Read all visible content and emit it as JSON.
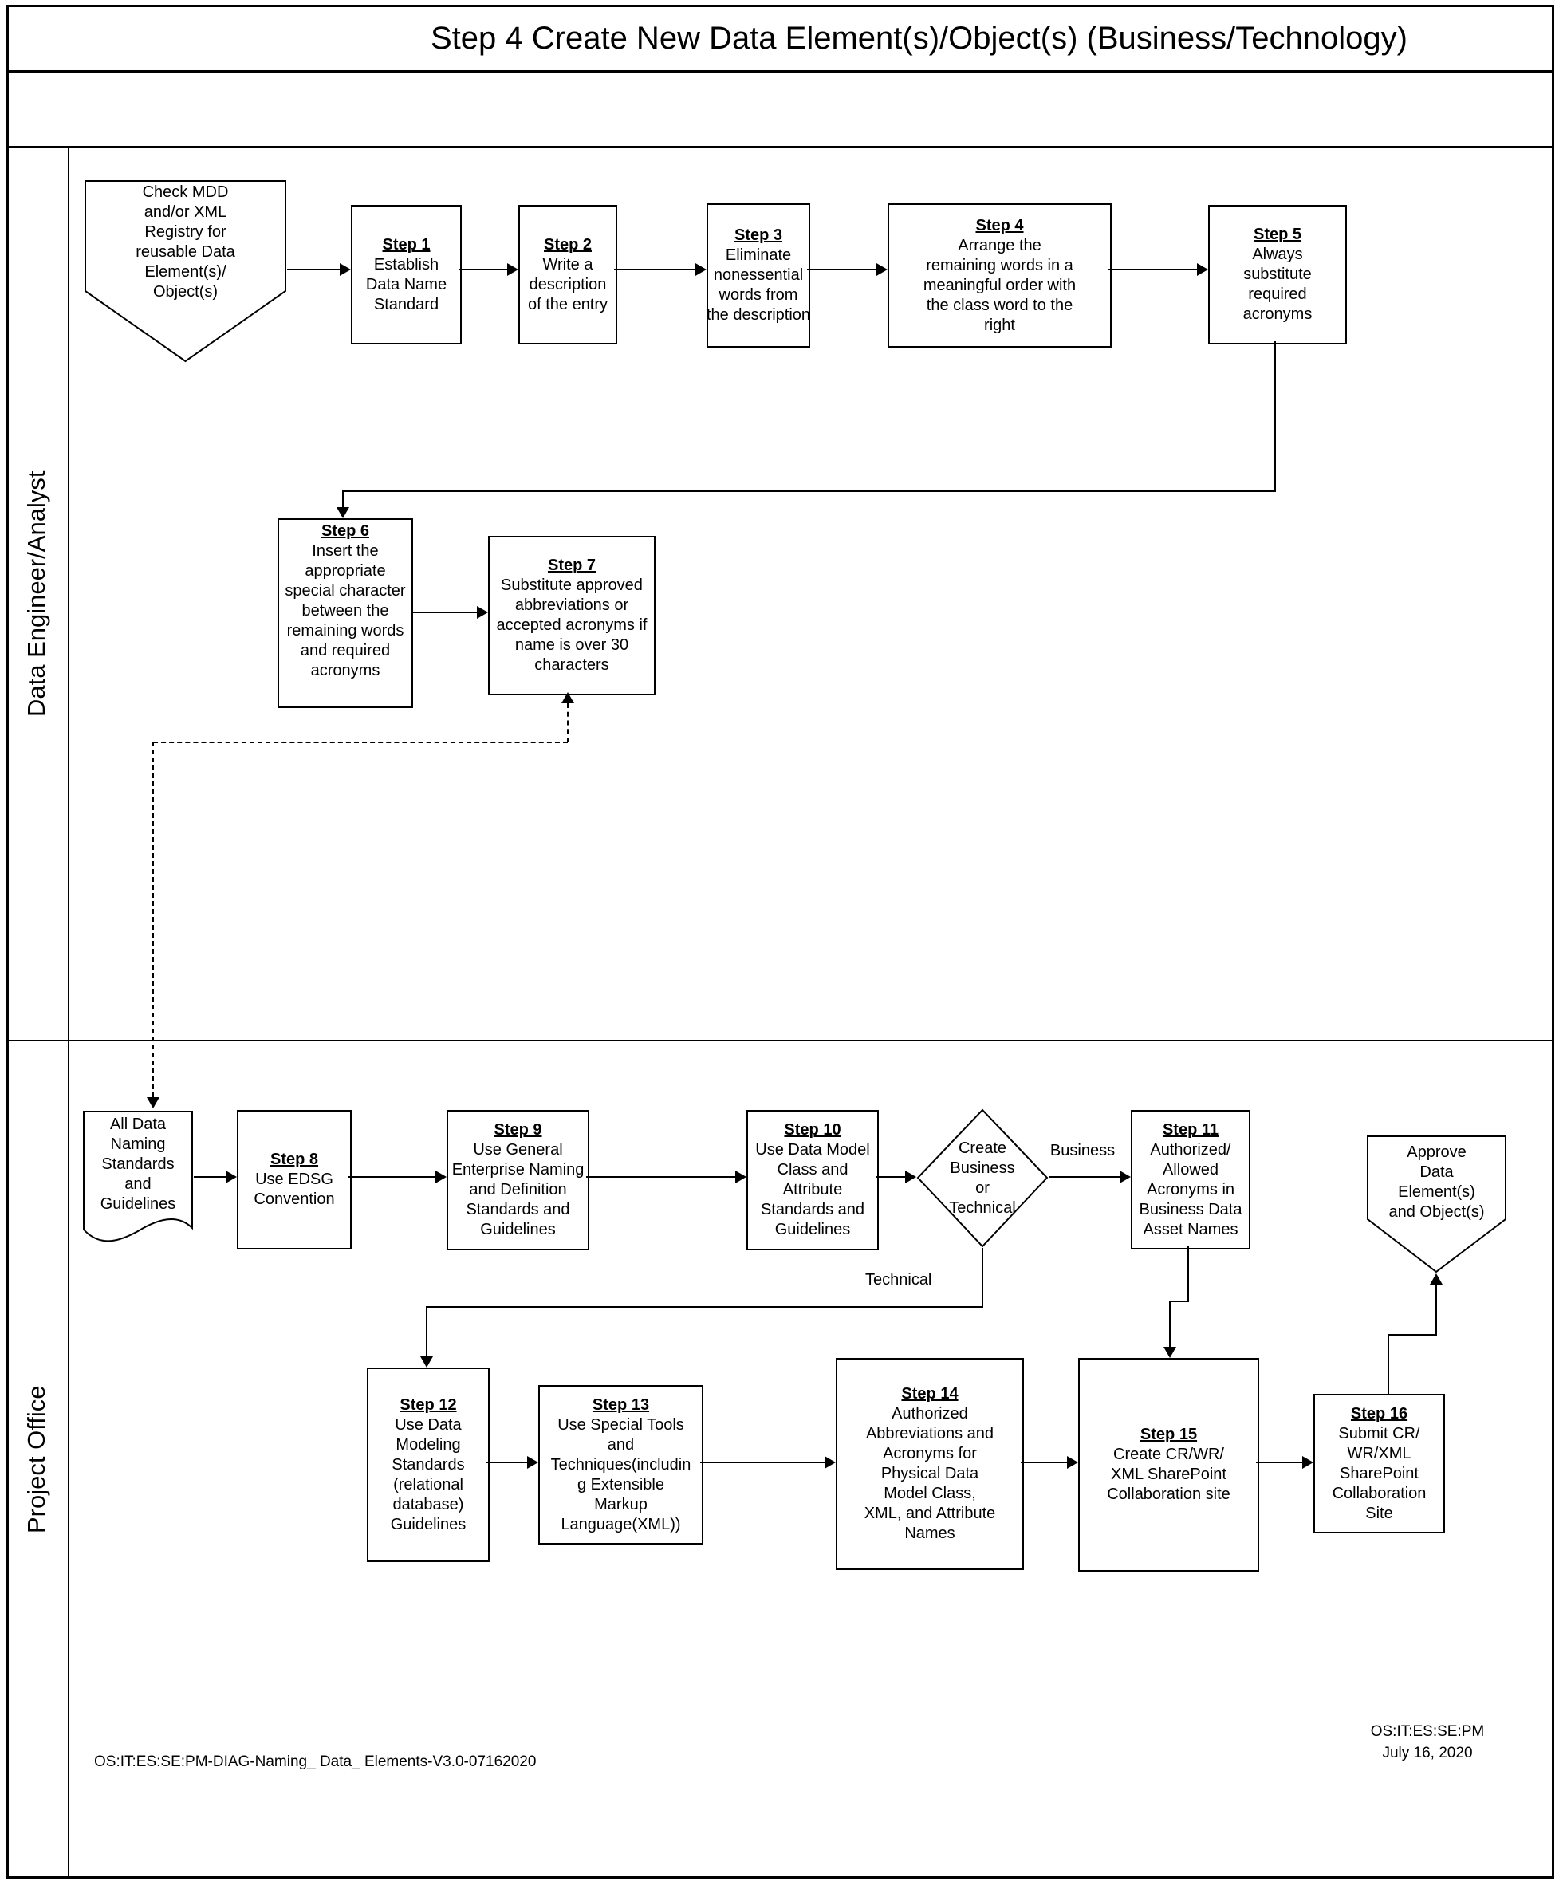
{
  "title": "Step 4 Create New Data Element(s)/Object(s) (Business/Technology)",
  "lanes": {
    "engineer": "Data Engineer/Analyst",
    "office": "Project Office"
  },
  "nodes": {
    "check_mdd": {
      "text": "Check MDD\nand/or XML\nRegistry for\nreusable Data\nElement(s)/\nObject(s)"
    },
    "step1": {
      "title": "Step 1",
      "body": "Establish\nData Name\nStandard"
    },
    "step2": {
      "title": "Step 2",
      "body": "Write a\ndescription\nof the entry"
    },
    "step3": {
      "title": "Step 3",
      "body": "Eliminate\nnonessential\nwords from\nthe description"
    },
    "step4": {
      "title": "Step 4",
      "body": "Arrange the\nremaining words in a\nmeaningful order with\nthe class word to the\nright"
    },
    "step5": {
      "title": "Step 5",
      "body": "Always\nsubstitute\nrequired\nacronyms"
    },
    "step6": {
      "title": "Step 6",
      "body": "Insert the\nappropriate\nspecial character\nbetween the\nremaining words\nand required\nacronyms"
    },
    "step7": {
      "title": "Step 7",
      "body": "Substitute approved\nabbreviations or\naccepted acronyms if\nname is over 30\ncharacters"
    },
    "all_data": {
      "text": "All Data\nNaming\nStandards\nand\nGuidelines"
    },
    "step8": {
      "title": "Step 8",
      "body": "Use EDSG\nConvention"
    },
    "step9": {
      "title": "Step 9",
      "body": "Use General\nEnterprise Naming\nand Definition\nStandards and\nGuidelines"
    },
    "step10": {
      "title": "Step 10",
      "body": "Use Data Model\nClass and\nAttribute\nStandards and\nGuidelines"
    },
    "decision": {
      "text": "Create\nBusiness\nor\nTechnical"
    },
    "step11": {
      "title": "Step 11",
      "body": "Authorized/\nAllowed\nAcronyms in\nBusiness Data\nAsset Names"
    },
    "approve": {
      "text": "Approve\nData\nElement(s)\nand Object(s)"
    },
    "step12": {
      "title": "Step 12",
      "body": "Use Data\nModeling\nStandards\n(relational\ndatabase)\nGuidelines"
    },
    "step13": {
      "title": "Step 13",
      "body": "Use Special Tools\nand\nTechniques(includin\ng Extensible\nMarkup\nLanguage(XML))"
    },
    "step14": {
      "title": "Step 14",
      "body": "Authorized\nAbbreviations and\nAcronyms for\nPhysical Data\nModel Class,\nXML, and Attribute\nNames"
    },
    "step15": {
      "title": "Step 15",
      "body": "Create CR/WR/\nXML SharePoint\nCollaboration site"
    },
    "step16": {
      "title": "Step 16",
      "body": "Submit CR/\nWR/XML\nSharePoint\nCollaboration\nSite"
    }
  },
  "labels": {
    "business": "Business",
    "technical": "Technical"
  },
  "footer": {
    "left": "OS:IT:ES:SE:PM-DIAG-Naming_ Data_ Elements-V3.0-07162020",
    "right1": "OS:IT:ES:SE:PM",
    "right2": "July 16, 2020"
  },
  "colors": {
    "line": "#000000",
    "background": "#ffffff"
  }
}
